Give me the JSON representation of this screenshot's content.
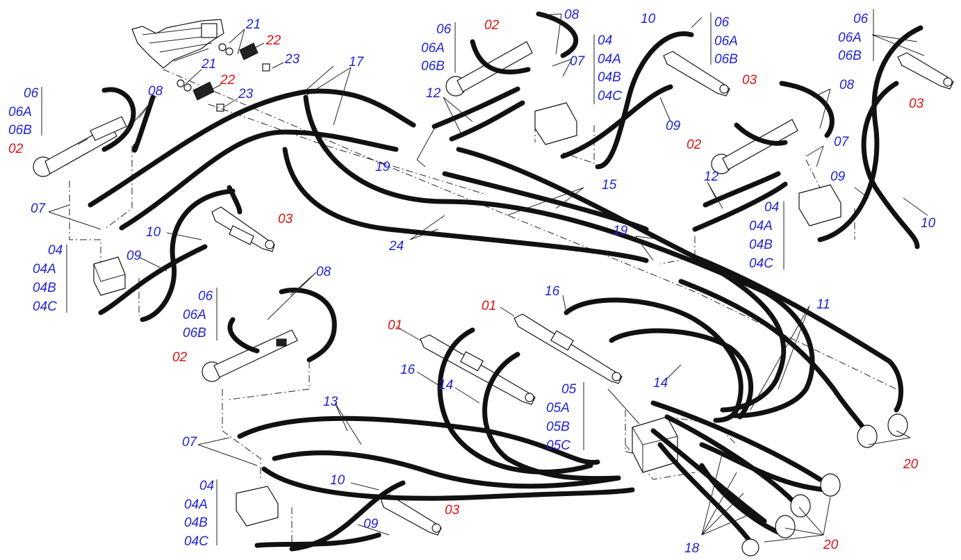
{
  "colors": {
    "blue": "#1f1fd6",
    "red": "#e01010",
    "line": "#111111"
  },
  "labels": {
    "l01a": "01",
    "l01b": "01",
    "l02a": "02",
    "l02b": "02",
    "l02c": "02",
    "l02d": "02",
    "l03a": "03",
    "l03b": "03",
    "l03c": "03",
    "l03d": "03",
    "l04": "04",
    "l04A": "04A",
    "l04B": "04B",
    "l04C": "04C",
    "l05": "05",
    "l05A": "05A",
    "l05B": "05B",
    "l05C": "05C",
    "l06": "06",
    "l06A": "06A",
    "l06B": "06B",
    "l07": "07",
    "l08": "08",
    "l09": "09",
    "l10": "10",
    "l11": "11",
    "l12": "12",
    "l13": "13",
    "l14": "14",
    "l15": "15",
    "l16": "16",
    "l17": "17",
    "l18": "18",
    "l19": "19",
    "l20": "20",
    "l21": "21",
    "l22": "22",
    "l23": "23",
    "l24": "24"
  }
}
